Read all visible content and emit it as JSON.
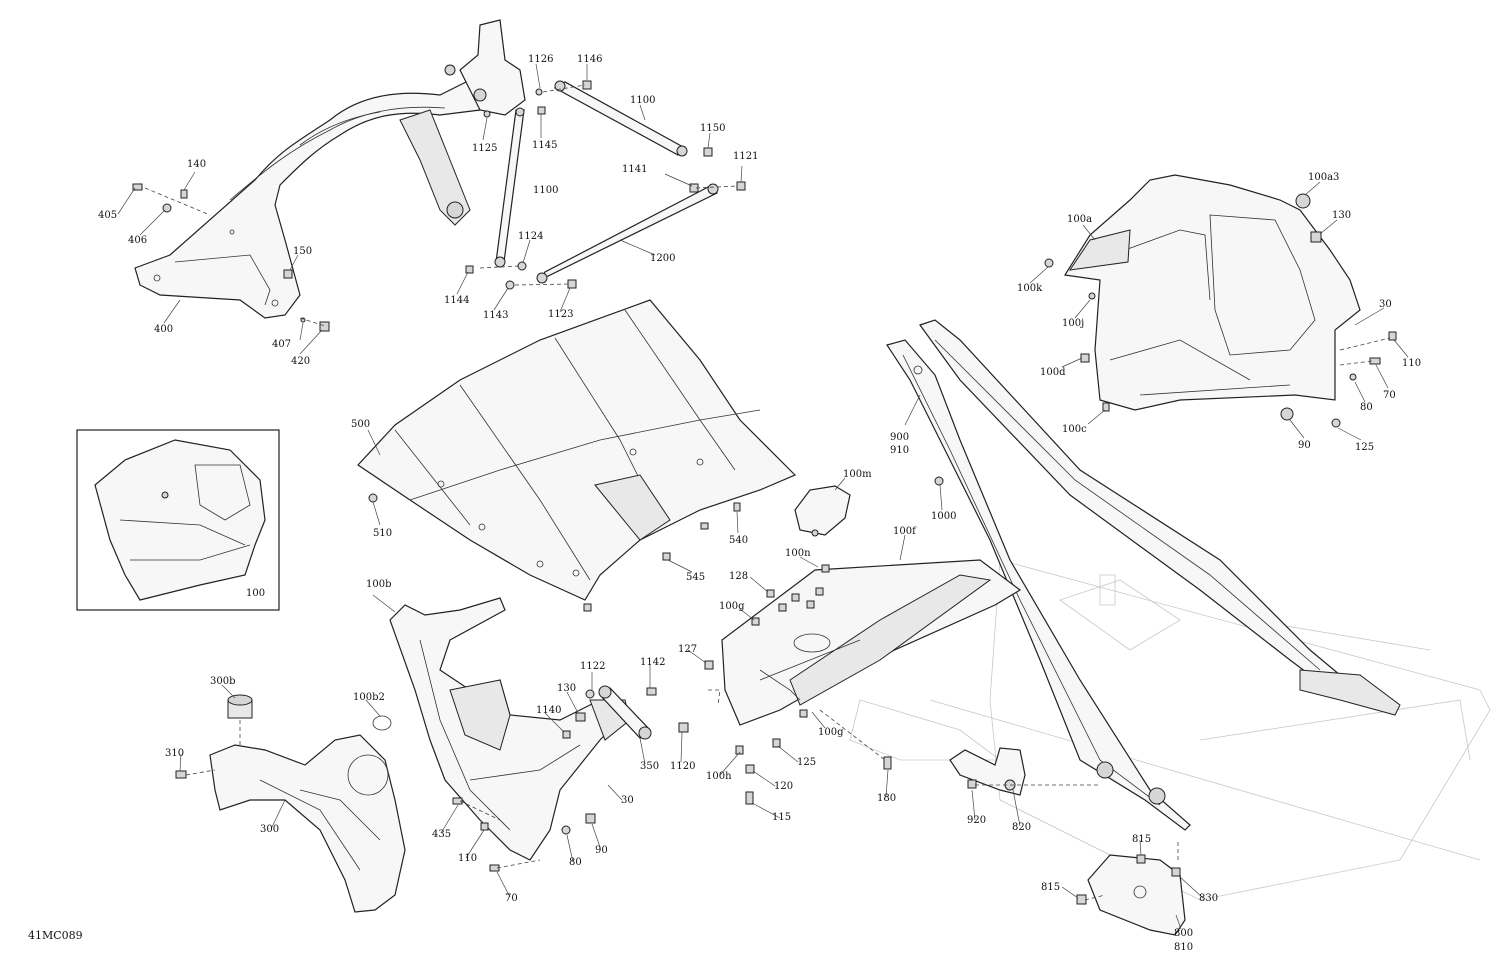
{
  "diagram": {
    "code": "41MC089",
    "labels": [
      "1126",
      "1146",
      "1100",
      "1150",
      "1121",
      "1141",
      "1125",
      "1145",
      "140",
      "405",
      "406",
      "150",
      "400",
      "407",
      "420",
      "1100",
      "1124",
      "1144",
      "1143",
      "1200",
      "1123",
      "100a3",
      "130",
      "100a",
      "100k",
      "100j",
      "30",
      "110",
      "100d",
      "80",
      "70",
      "100c",
      "90",
      "125",
      "500",
      "510",
      "540",
      "545",
      "900",
      "910",
      "1000",
      "100m",
      "100n",
      "100f",
      "100",
      "100b",
      "128",
      "100g",
      "127",
      "1122",
      "1142",
      "300b",
      "130",
      "100b2",
      "1140",
      "310",
      "1120",
      "350",
      "100g",
      "30",
      "300",
      "125",
      "180",
      "100h",
      "120",
      "435",
      "115",
      "920",
      "820",
      "110",
      "90",
      "80",
      "70",
      "815",
      "830",
      "815",
      "800",
      "810"
    ]
  }
}
